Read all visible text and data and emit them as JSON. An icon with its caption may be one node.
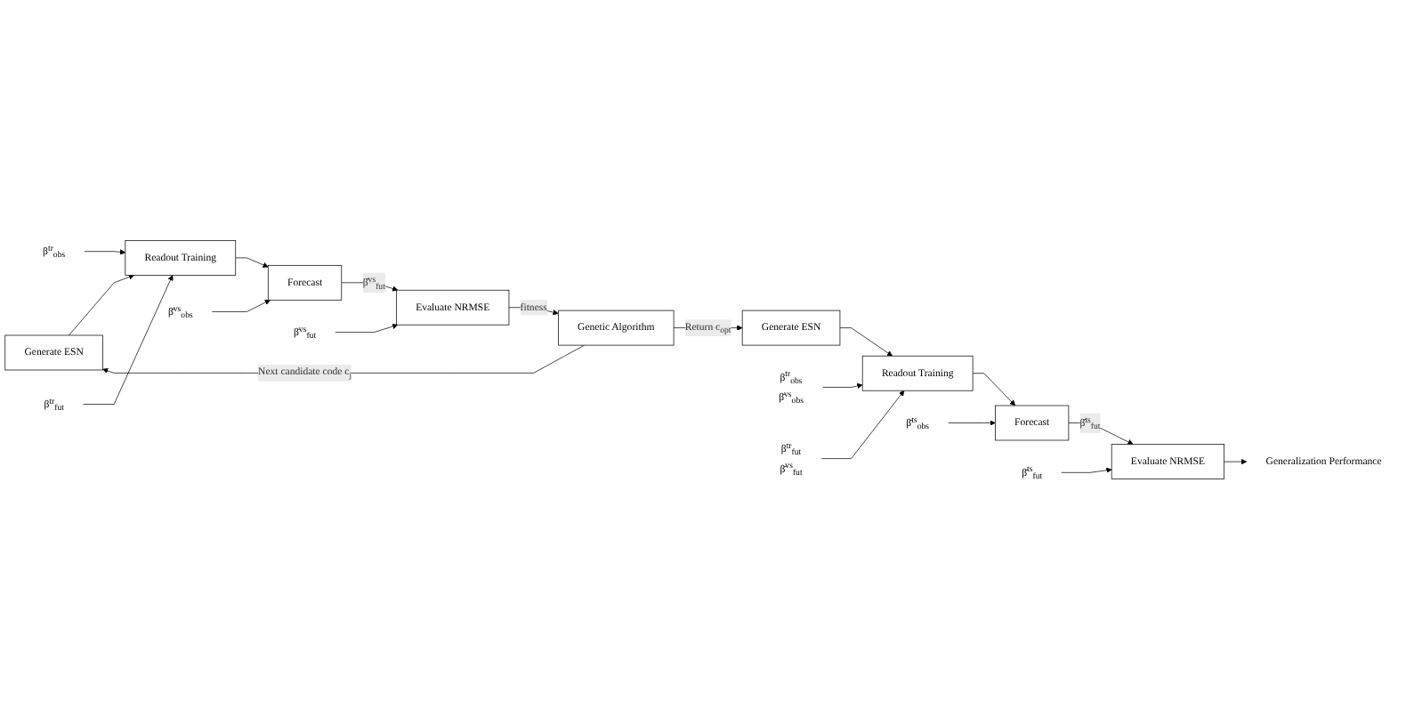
{
  "diagram": {
    "nodes": [
      {
        "text": [
          "Generate ESN"
        ]
      },
      {
        "text": [
          "Readout Training"
        ]
      },
      {
        "text": [
          "Forecast"
        ]
      },
      {
        "text": [
          "Evaluate NRMSE"
        ]
      },
      {
        "text": [
          "Genetic Algorithm"
        ]
      },
      {
        "text": [
          "Generate ESN"
        ]
      },
      {
        "text": [
          "Readout Training"
        ]
      },
      {
        "text": [
          "Forecast"
        ]
      },
      {
        "text": [
          "Evaluate NRMSE"
        ]
      },
      {
        "text": [
          "Generalization Performance"
        ]
      },
      {
        "text": [
          "β$^{tr}$$_{obs}$"
        ]
      },
      {
        "text": [
          "β$^{tr}$$_{fut}$"
        ]
      },
      {
        "text": [
          "β̄$^{vs}$$_{obs}$"
        ]
      },
      {
        "text": [
          "β̄$^{vs}$$_{fut}$"
        ]
      },
      {
        "text": [
          "β$^{tr}$$_{obs}$",
          "β̄$^{vs}$$_{obs}$"
        ]
      },
      {
        "text": [
          "β$^{tr}$$_{fut}$",
          "β̄$^{vs}$$_{fut}$"
        ]
      },
      {
        "text": [
          "β̄$^{ts}$$_{obs}$"
        ]
      },
      {
        "text": [
          "β̄$^{ts}$$_{fut}$"
        ]
      }
    ],
    "edges": [
      {
        "from": 0,
        "to": 1,
        "arrow": "to"
      },
      {
        "from": 1,
        "to": 2,
        "arrow": "to"
      },
      {
        "from": 2,
        "to": 3,
        "arrow": "to",
        "label": "β̂$^{vs}$$_{fut}$"
      },
      {
        "from": 3,
        "to": 4,
        "arrow": "to",
        "label": "fitness"
      },
      {
        "from": 4,
        "to": 0,
        "arrow": "to",
        "label": "Next candidate code c$_{j}$"
      },
      {
        "from": 4,
        "to": 5,
        "arrow": "to",
        "label": "Return c$_{opt}$"
      },
      {
        "from": 5,
        "to": 6,
        "arrow": "to"
      },
      {
        "from": 6,
        "to": 7,
        "arrow": "to"
      },
      {
        "from": 7,
        "to": 8,
        "arrow": "to",
        "label": "β̂$^{ts}$$_{fut}$"
      },
      {
        "from": 8,
        "to": 9,
        "arrow": "to"
      },
      {
        "from": 10,
        "to": 1,
        "arrow": "to"
      },
      {
        "from": 11,
        "to": 1,
        "arrow": "to"
      },
      {
        "from": 12,
        "to": 2,
        "arrow": "to"
      },
      {
        "from": 13,
        "to": 3,
        "arrow": "to"
      },
      {
        "from": 14,
        "to": 6,
        "arrow": "to"
      },
      {
        "from": 15,
        "to": 6,
        "arrow": "to"
      },
      {
        "from": 16,
        "to": 7,
        "arrow": "to"
      },
      {
        "from": 17,
        "to": 8,
        "arrow": "to"
      }
    ]
  }
}
